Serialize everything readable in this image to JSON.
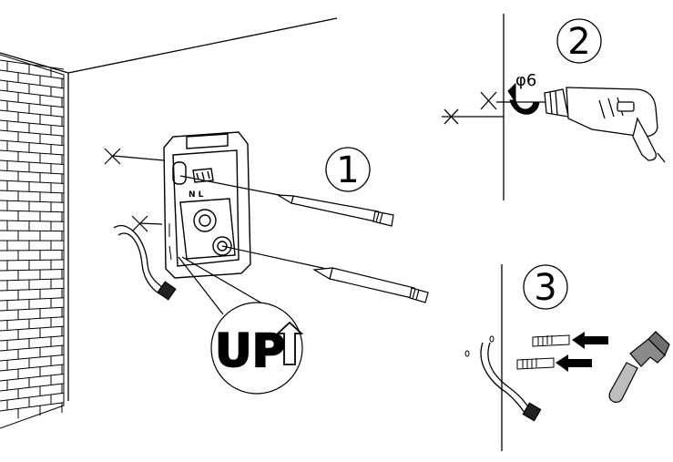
{
  "steps": {
    "step1": {
      "number": "1"
    },
    "step2": {
      "number": "2",
      "drill_label": "φ6"
    },
    "step3": {
      "number": "3"
    }
  },
  "bracket": {
    "terminal_label": "N L",
    "up_label": "UP"
  },
  "icons": {
    "brick-wall": "brick-wall-icon",
    "drill": "power-drill-icon",
    "hammer": "hammer-icon",
    "pencil": "pencil-icon",
    "wall-plug": "wall-plug-icon",
    "up-arrow": "up-arrow-icon"
  },
  "colors": {
    "line": "#000000",
    "background": "#ffffff",
    "hammer_head": "#8a8a8a"
  }
}
